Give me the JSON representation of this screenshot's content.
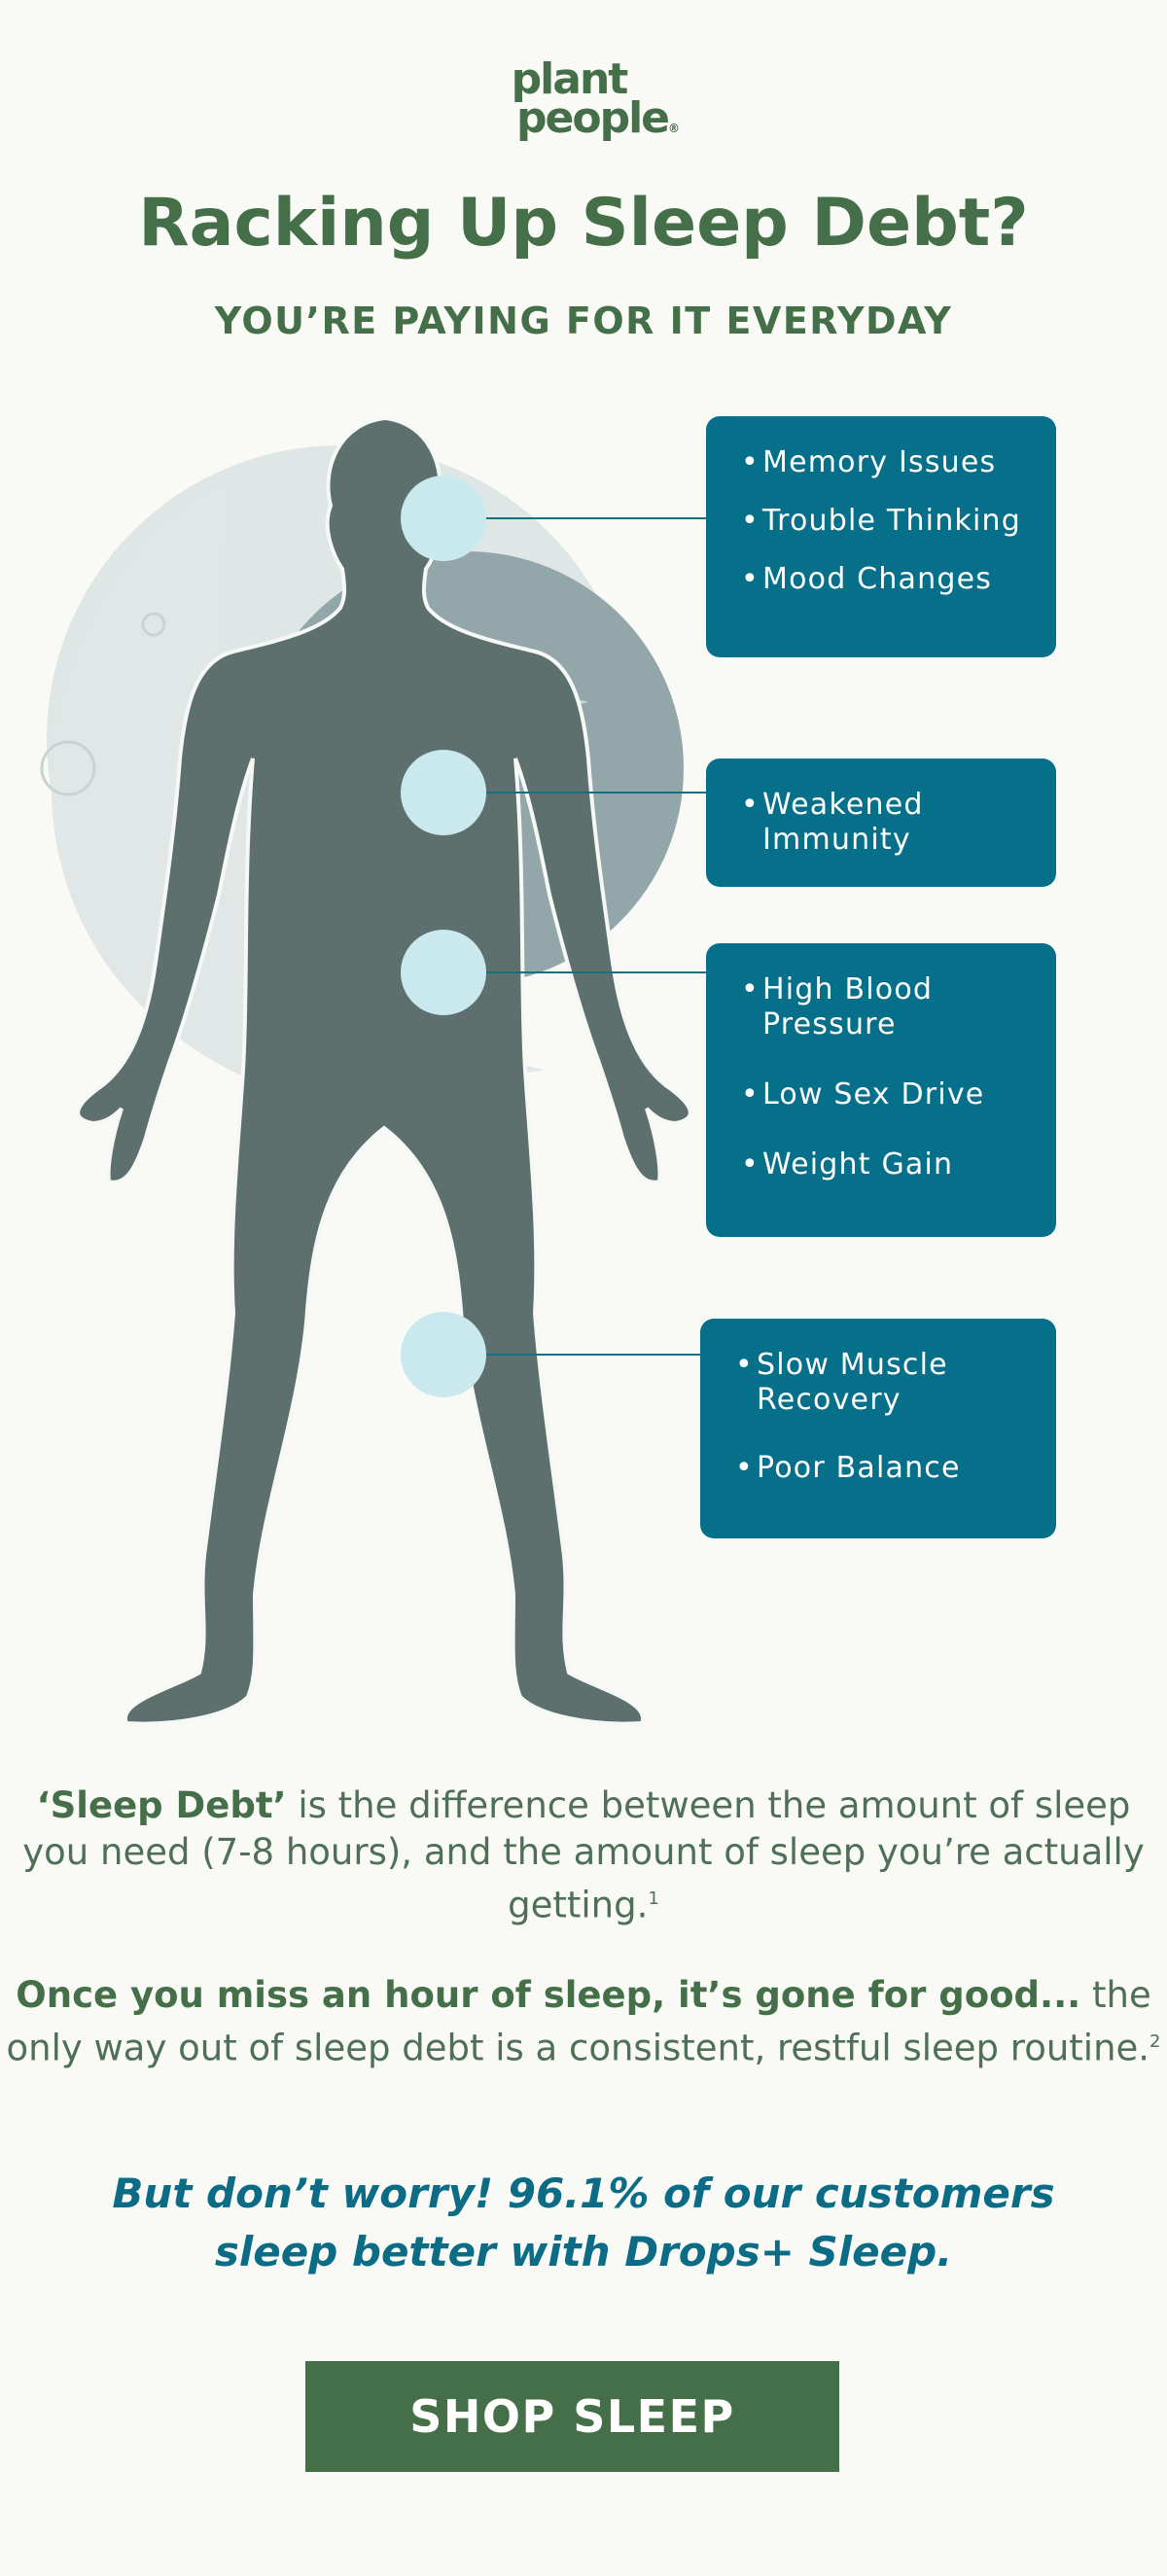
{
  "brand": {
    "line1": "plant",
    "line2": "people",
    "reg": "®"
  },
  "header": {
    "title": "Racking Up Sleep Debt?",
    "subtitle": "YOU’RE PAYING FOR IT EVERYDAY"
  },
  "callouts": [
    {
      "items": [
        "Memory Issues",
        "Trouble Thinking",
        "Mood Changes"
      ]
    },
    {
      "items": [
        "Weakened Immunity"
      ]
    },
    {
      "items": [
        "High Blood Pressure",
        "Low Sex Drive",
        "Weight Gain"
      ]
    },
    {
      "items": [
        "Slow Muscle Recovery",
        "Poor Balance"
      ]
    }
  ],
  "paragraph1": {
    "bold": "‘Sleep Debt’",
    "text": " is the difference between the amount of sleep you need (7-8 hours), and the amount of sleep you’re actually getting.",
    "ref": "1"
  },
  "paragraph2": {
    "bold": "Once you miss an hour of sleep, it’s gone for good...",
    "text": " the only way out of sleep debt is a consistent, restful sleep routine.",
    "ref": "2"
  },
  "cta": {
    "line1": "But don’t worry! 96.1% of our customers",
    "line2": "sleep better with Drops+ Sleep.",
    "button_label": "SHOP SLEEP"
  },
  "colors": {
    "brand_green": "#456f48",
    "callout_teal": "#06708a",
    "figure_gray": "#5d706e",
    "highlight_dot": "#c9e9ef",
    "background": "#f9faf6"
  }
}
